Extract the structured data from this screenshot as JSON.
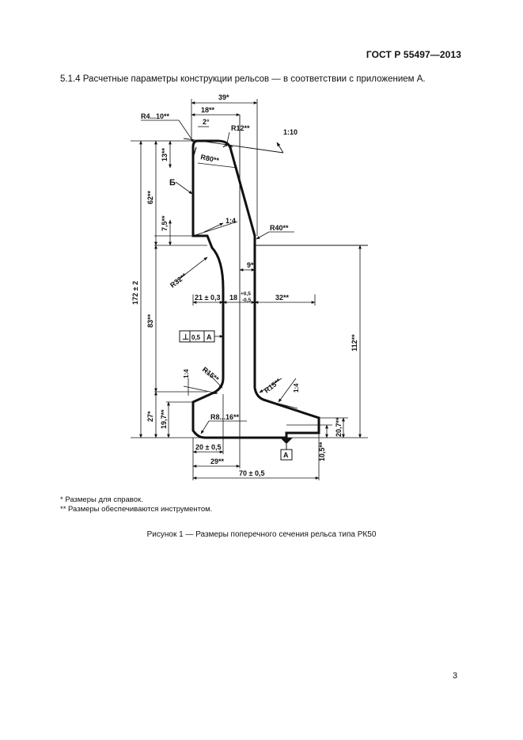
{
  "header": {
    "standard": "ГОСТ Р 55497—2013"
  },
  "clause_text": "5.1.4 Расчетные параметры конструкции рельсов — в соответствии с приложением А.",
  "drawing": {
    "dims": {
      "top_width": "39*",
      "head_half": "18**",
      "angle_2": "2°",
      "r4_10": "R4...10**",
      "r12": "R12**",
      "slope_1_10": "1:10",
      "r80": "R80**",
      "view_b": "Б",
      "h13": "13**",
      "h62": "62**",
      "slope_1_4_upper": "1:4",
      "h7_5": "7,5**",
      "r40": "R40**",
      "w9": "9*",
      "r32": "R32**",
      "h172": "172 ± 2",
      "w21": "21 ± 0,3",
      "web_18": "18",
      "web_tol_plus": "+0,5",
      "web_tol_minus": "-0,5",
      "w32": "32**",
      "h112": "112**",
      "h83": "83**",
      "tol_sym": "⊥",
      "tol_val": "0,5",
      "tol_ref": "A",
      "r15_left": "R15**",
      "r15_right": "R15**",
      "slope_1_4_left": "1:4",
      "slope_1_4_right": "1:4",
      "h27": "27*",
      "h19_7": "19,7**",
      "r8_16": "R8...16**",
      "h20_7": "20,7**",
      "h10_5": "10,5**",
      "w20": "20 ± 0,5",
      "datum_a": "A",
      "w29": "29**",
      "w70": "70 ± 0,5"
    }
  },
  "notes": {
    "note1": "* Размеры для справок.",
    "note2": "** Размеры обеспечиваются инструментом."
  },
  "caption": "Рисунок 1 — Размеры поперечного сечения рельса типа РК50",
  "page_number": "3"
}
